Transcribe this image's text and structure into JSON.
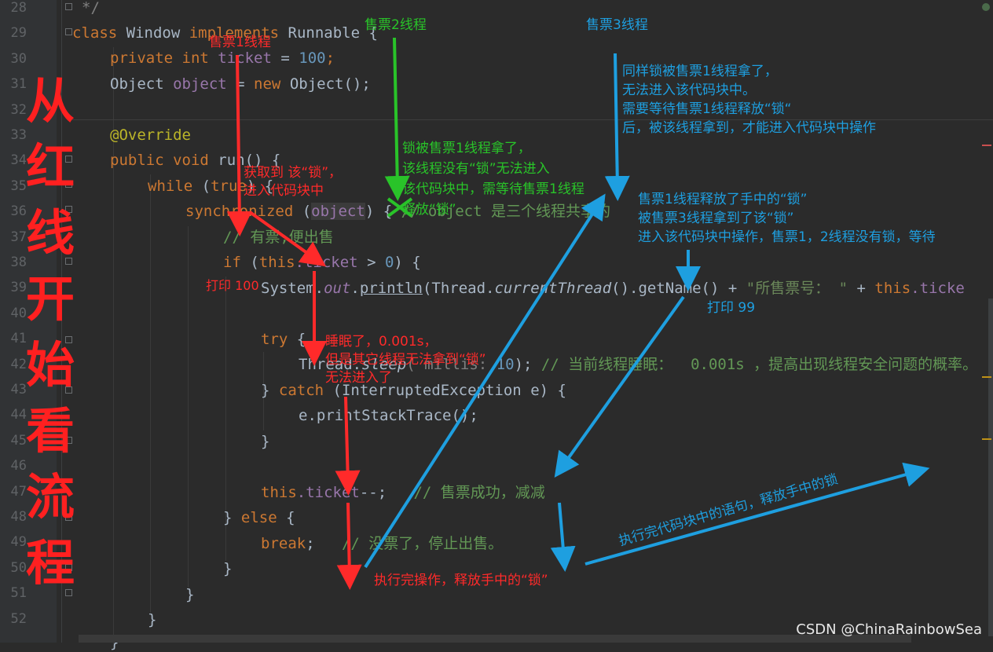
{
  "gutter": {
    "line_numbers": [
      "28",
      "29",
      "30",
      "31",
      "32",
      "33",
      "34",
      "35",
      "36",
      "37",
      "38",
      "39",
      "40",
      "41",
      "42",
      "43",
      "44",
      "45",
      "46",
      "47",
      "48",
      "49",
      "50",
      "51",
      "52"
    ]
  },
  "code": {
    "l28": "*/",
    "l29_kw1": "class",
    "l29_rest": " Window ",
    "l29_kw2": "implements",
    "l29_iface": " Runnable {",
    "l30_kw": "private int",
    "l30_field": " ticket",
    "l30_eq": " = ",
    "l30_num": "100",
    "l30_end": ";",
    "l31_type": "Object ",
    "l31_field": "object",
    "l31_eq": " = ",
    "l31_kw": "new",
    "l31_rest": " Object();",
    "l33_ann": "@Override",
    "l34_kw": "public void",
    "l34_rest": " run() {",
    "l35_kw": "while",
    "l35_rest1": " (",
    "l35_kw2": "true",
    "l35_rest2": ") {",
    "l36_kw": "synchronized",
    "l36_open": " (",
    "l36_field": "object",
    "l36_close": ") { ",
    "l36_cm": "// object 是三个线程共享的",
    "l37_cm": "// 有票,便出售",
    "l38_kw": "if",
    "l38_open": " (",
    "l38_this": "this",
    "l38_field": ".ticket",
    "l38_gt": " > ",
    "l38_num": "0",
    "l38_close": ") {",
    "l39_a": "System.",
    "l39_out": "out",
    "l39_dot": ".",
    "l39_println": "println",
    "l39_b": "(Thread.",
    "l39_ct": "currentThread",
    "l39_c": "().getName() + ",
    "l39_str": "\"所售票号： \"",
    "l39_plus": " + ",
    "l39_this": "this",
    "l39_tick": ".ticke",
    "l41_kw": "try",
    "l41_rest": " {",
    "l42_a": "Thread.",
    "l42_sleep": "sleep",
    "l42_hint": "( millis: ",
    "l42_num": "10",
    "l42_b": "); ",
    "l42_cm": "// 当前线程睡眠：  0.001s ，提高出现线程安全问题的概率。",
    "l43_a": "} ",
    "l43_kw": "catch",
    "l43_rest": " (InterruptedException e) {",
    "l44": "e.printStackTrace();",
    "l45": "}",
    "l47_this": "this",
    "l47_field": ".ticket",
    "l47_rest": "--;   ",
    "l47_cm": "// 售票成功，减减",
    "l48_a": "} ",
    "l48_kw": "else",
    "l48_rest": " {",
    "l49_kw": "break",
    "l49_rest": ";   ",
    "l49_cm": "// 没票了，停止出售。",
    "l50": "}",
    "l51": "}",
    "l52": "}",
    "l53": "}"
  },
  "annotations": {
    "big_title_chars": [
      "从",
      "红",
      "线",
      "开",
      "始",
      "看",
      "流",
      "程"
    ],
    "thread1_label": "售票1线程",
    "thread2_label": "售票2线程",
    "thread3_label": "售票3线程",
    "red_got_lock": "获取到 该“锁”，\n进入代码块中",
    "red_print100": "打印 100",
    "red_sleep": "睡眠了，0.001s，\n但是其它线程无法拿到“锁”\n无法进入了",
    "red_release": "执行完操作，释放手中的“锁”",
    "green_text": "锁被售票1线程拿了，\n该线程没有“锁”无法进入\n该代码块中，需等待售票1线程\n释放“锁”",
    "blue_text1": "同样锁被售票1线程拿了，\n无法进入该代码块中。\n需要等待售票1线程释放“锁“\n后，被该线程拿到，才能进入代码块中操作",
    "blue_text2": "售票1线程释放了手中的“锁”\n被售票3线程拿到了该“锁”\n进入该代码块中操作，售票1，2线程没有锁，等待",
    "blue_print99": "打印 99",
    "blue_release": "执行完代码块中的语句，释放手中的锁"
  },
  "watermark": "CSDN @ChinaRainbowSea",
  "colors": {
    "red": "#ff2a2a",
    "green": "#29c329",
    "blue": "#1e9fe0",
    "editor_bg": "#2b2b2b"
  }
}
